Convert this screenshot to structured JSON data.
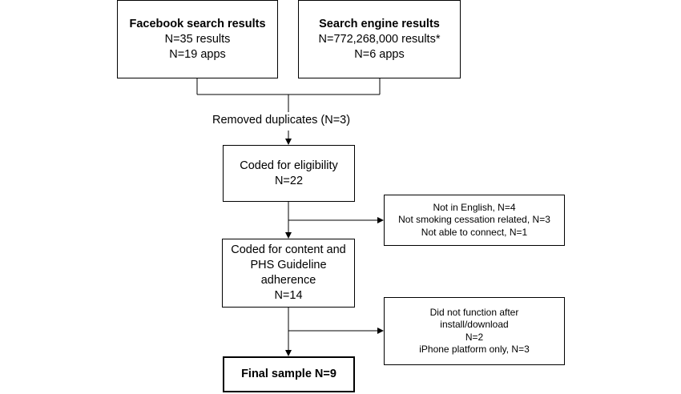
{
  "diagram": {
    "facebook": {
      "title": "Facebook search results",
      "line1": "N=35 results",
      "line2": "N=19 apps"
    },
    "search_engine": {
      "title": "Search engine results",
      "line1": "N=772,268,000 results*",
      "line2": "N=6 apps"
    },
    "removed_duplicates": "Removed duplicates (N=3)",
    "eligibility": {
      "line1": "Coded for eligibility",
      "line2": "N=22"
    },
    "excluded_1": {
      "line1": "Not in English, N=4",
      "line2": "Not smoking cessation related, N=3",
      "line3": "Not able to connect, N=1"
    },
    "content": {
      "line1": "Coded for content and",
      "line2": "PHS Guideline",
      "line3": "adherence",
      "line4": "N=14"
    },
    "excluded_2": {
      "line1": "Did not function after",
      "line2": "install/download",
      "line3": "N=2",
      "line4": "iPhone platform only, N=3"
    },
    "final": "Final sample N=9"
  }
}
